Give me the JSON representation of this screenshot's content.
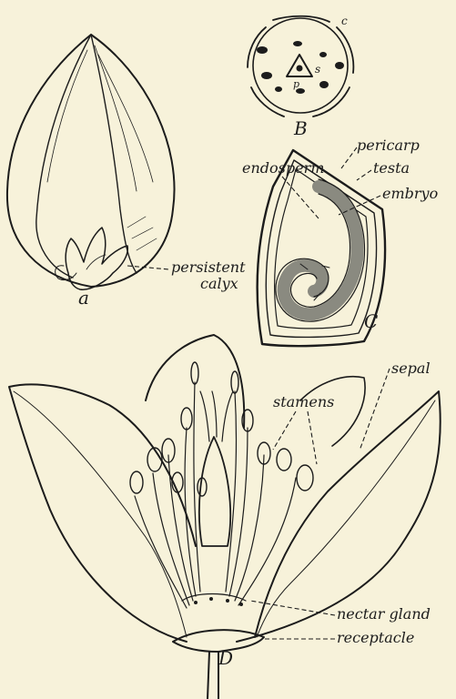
{
  "figure": {
    "panel_a": {
      "letter": "a",
      "label_line1": "persistent",
      "label_line2": "calyx"
    },
    "panel_b": {
      "letter": "B",
      "label_c": "c",
      "label_s": "s",
      "label_p": "p"
    },
    "panel_c": {
      "letter": "C",
      "labels": {
        "endosperm": "endosperm",
        "pericarp": "pericarp",
        "testa": "testa",
        "embryo": "embryo"
      }
    },
    "panel_d": {
      "letter": "D",
      "labels": {
        "stamens": "stamens",
        "sepal": "sepal",
        "nectar_gland": "nectar gland",
        "receptacle": "receptacle"
      }
    }
  },
  "colors": {
    "ink": "#1c1c1c",
    "paper": "#f7f2da",
    "stipple": "#8a8a80"
  }
}
